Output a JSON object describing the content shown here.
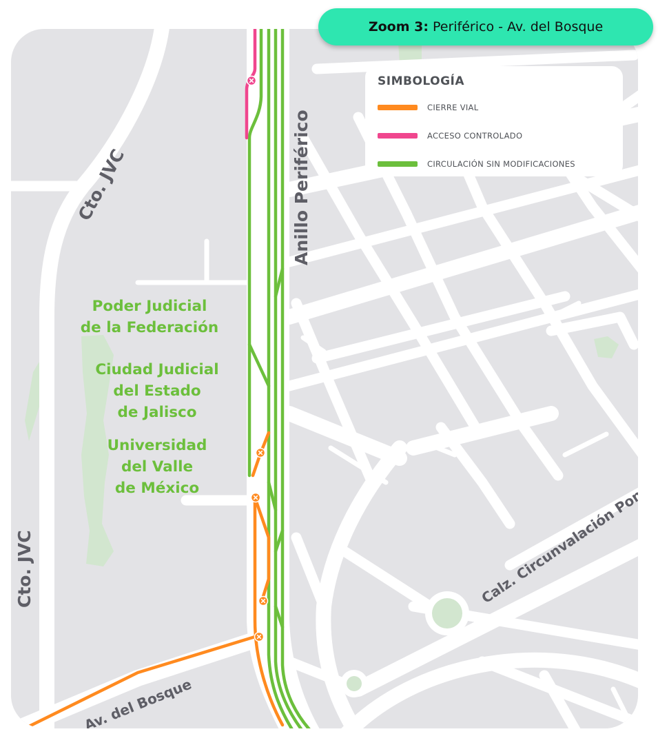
{
  "header": {
    "zoom_label": "Zoom 3:",
    "zoom_title": "Periférico - Av. del Bosque"
  },
  "legend": {
    "title": "SIMBOLOGÍA",
    "items": [
      {
        "label": "CIERRE VIAL",
        "color": "#ff8a1f"
      },
      {
        "label": "ACCESO CONTROLADO",
        "color": "#f0468e"
      },
      {
        "label": "CIRCULACIÓN SIN MODIFICACIONES",
        "color": "#6cbf3c"
      }
    ]
  },
  "streets": {
    "jvc_top": "Cto. JVC",
    "jvc_bottom": "Cto. JVC",
    "periferico": "Anillo Periférico",
    "circunvalacion": "Calz. Circunvalación Poni",
    "bosque": "Av. del Bosque"
  },
  "places": {
    "poder_judicial": [
      "Poder Judicial",
      "de la Federación"
    ],
    "ciudad_judicial": [
      "Ciudad Judicial",
      "del Estado",
      "de Jalisco"
    ],
    "universidad": [
      "Universidad",
      "del Valle",
      "de México"
    ]
  },
  "colors": {
    "map_background": "#e3e3e6",
    "road": "#ffffff",
    "park": "#d2e6cf",
    "closure": "#ff8a1f",
    "controlled_access": "#f0468e",
    "no_change": "#6cbf3c",
    "pill": "#2ee6b0"
  }
}
